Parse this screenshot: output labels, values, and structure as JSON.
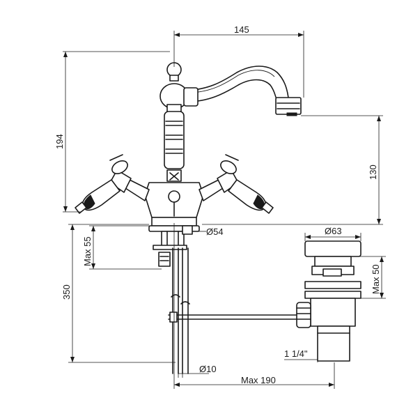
{
  "dimensions": {
    "width_145": "145",
    "height_194": "194",
    "height_130": "130",
    "max_55": "Max 55",
    "dia_54": "Ø54",
    "height_350": "350",
    "dia_63": "Ø63",
    "max_50": "Max 50",
    "thread_1_1_4": "1 1/4\"",
    "dia_10": "Ø10",
    "max_190": "Max 190"
  }
}
